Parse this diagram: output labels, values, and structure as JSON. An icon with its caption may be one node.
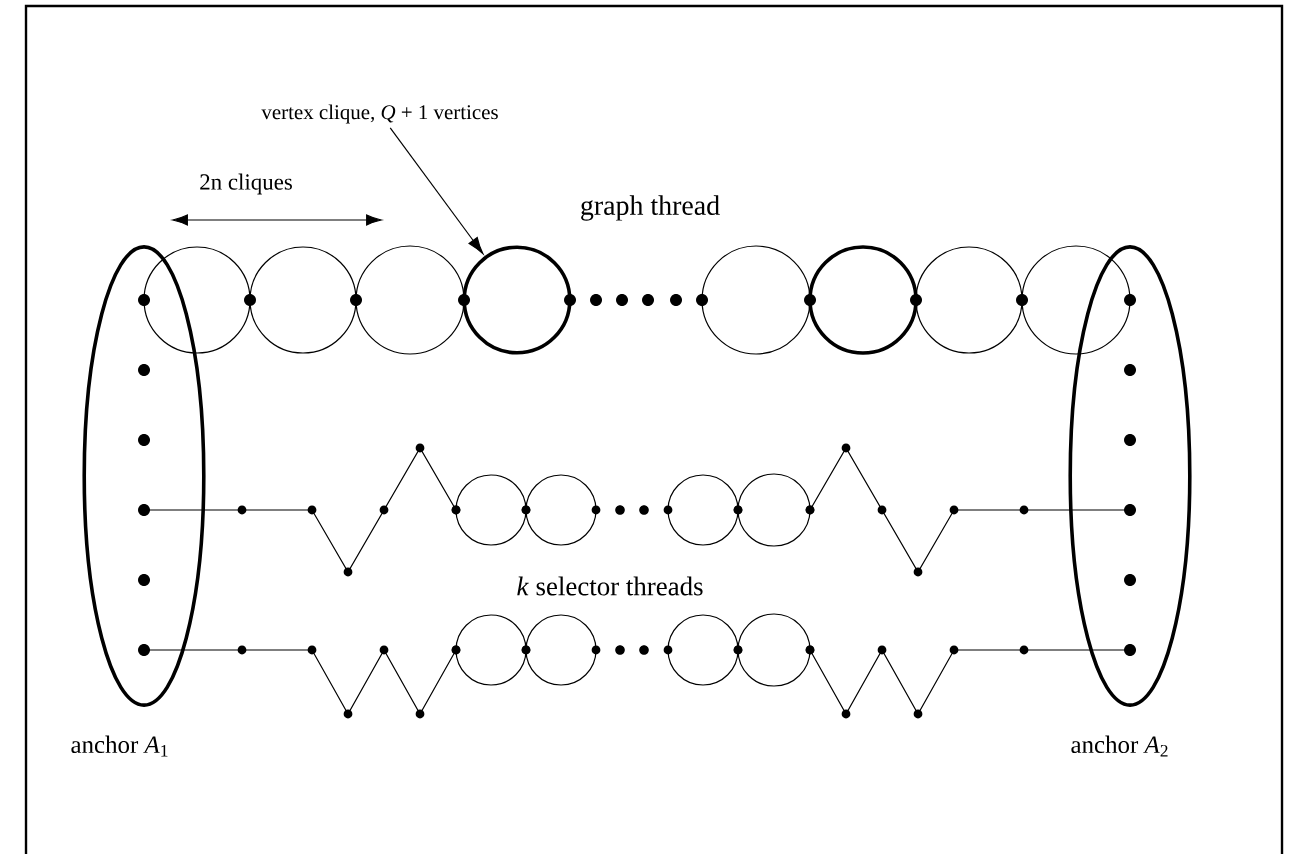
{
  "diagram": {
    "nodes": [
      {
        "text": [
          "anchor *A*$_{1}$"
        ]
      },
      {
        "text": [
          "anchor *A*$_{2}$"
        ]
      },
      {
        "text": [
          "vertex clique, *Q* + 1 vertices"
        ]
      },
      {
        "text": [],
        "shape": "circle"
      }
    ],
    "edges": [
      {
        "from": 2,
        "to": 3,
        "arrow": "to"
      }
    ],
    "labels": [
      "2n cliques",
      "graph thread",
      "*k* selector threads"
    ]
  }
}
